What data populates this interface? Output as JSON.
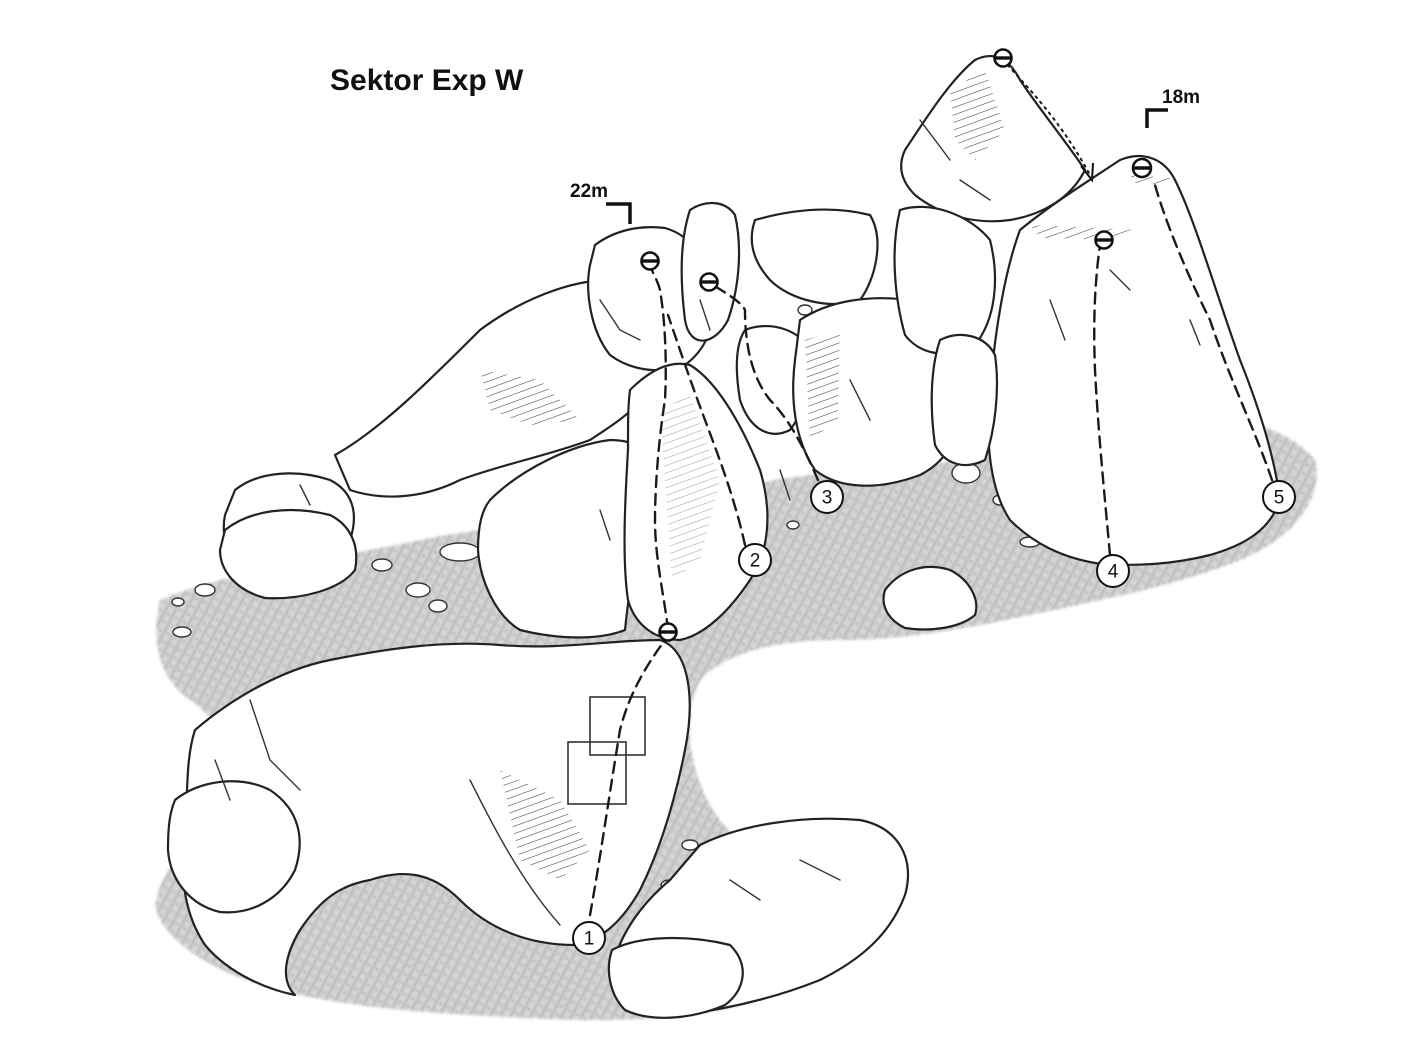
{
  "title": "Sektor Exp W",
  "heights": {
    "left": "22m",
    "right": "18m"
  },
  "routes": [
    {
      "number": "1"
    },
    {
      "number": "2"
    },
    {
      "number": "3"
    },
    {
      "number": "4"
    },
    {
      "number": "5"
    }
  ],
  "icons": {
    "anchor": "belay-anchor-icon",
    "lower_off": "lower-off-arrow-icon"
  },
  "colors": {
    "ink": "#111111",
    "ground": "#9a9a9a",
    "paper": "#ffffff"
  }
}
